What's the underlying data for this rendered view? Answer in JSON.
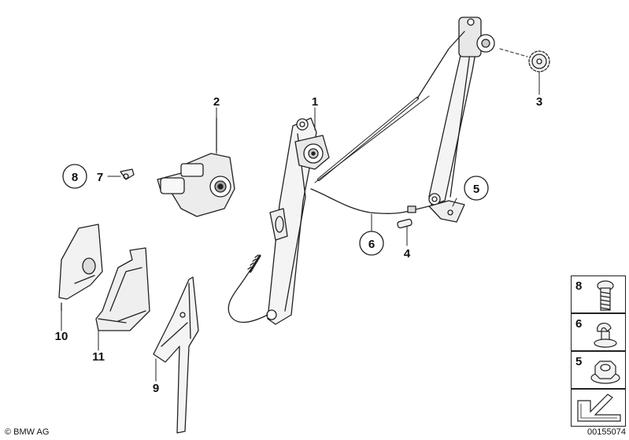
{
  "callouts": {
    "c1": "1",
    "c2": "2",
    "c3": "3",
    "c4": "4",
    "c5": "5",
    "c6": "6",
    "c7": "7",
    "c8": "8",
    "c9": "9",
    "c10": "10",
    "c11": "11"
  },
  "legend": [
    {
      "number": "8",
      "icon": "bolt-icon"
    },
    {
      "number": "6",
      "icon": "clip-icon"
    },
    {
      "number": "5",
      "icon": "nut-icon"
    },
    {
      "number": "",
      "icon": "direction-arrow-icon"
    }
  ],
  "footer": {
    "copyright": "© BMW AG",
    "doc_number": "00155074"
  }
}
